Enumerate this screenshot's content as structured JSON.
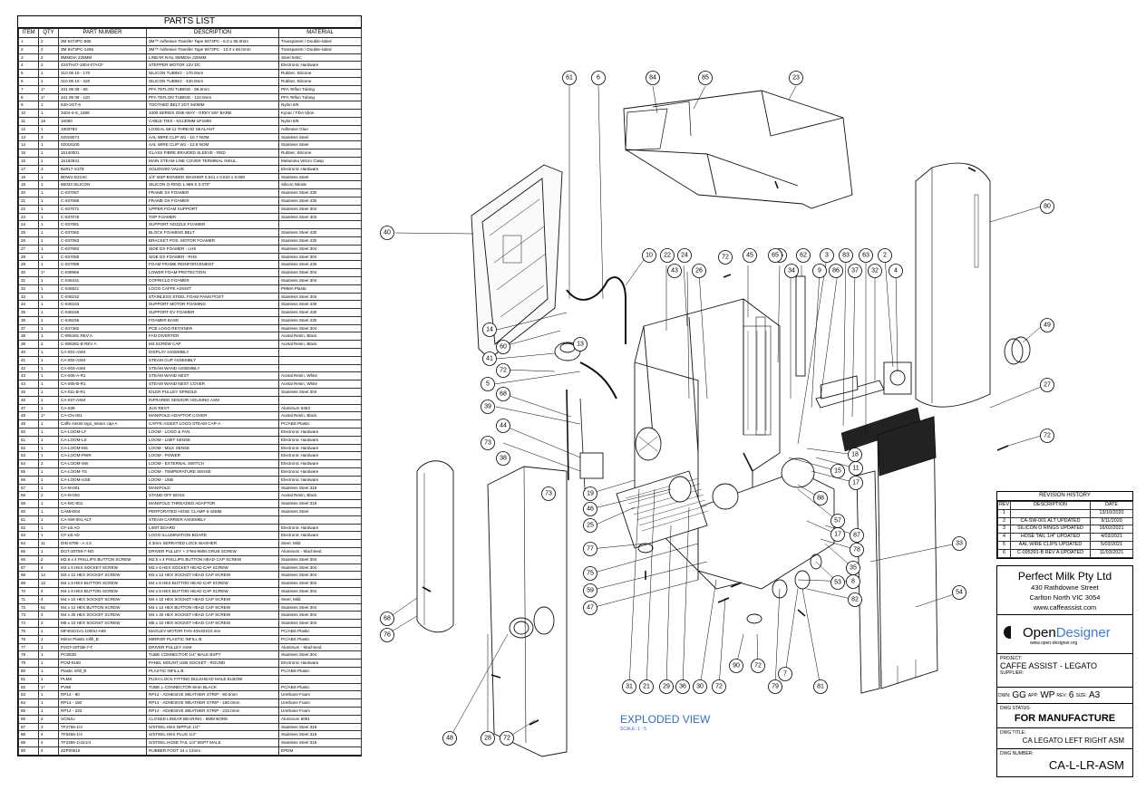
{
  "parts_list": {
    "title": "PARTS LIST",
    "headers": [
      "ITEM",
      "QTY",
      "PART NUMBER",
      "DESCRIPTION",
      "MATERIAL"
    ],
    "rows": [
      [
        "1",
        "2",
        "3M 9473PC-665",
        "3M™ Adhesive Transfer Tape 9473PC - 6.0 x 65.0mm",
        "Transparent / Double-sided"
      ],
      [
        "2",
        "2",
        "3M 9473PC-1265",
        "3M™ Adhesive Transfer Tape 9473PC - 12.0 x 65.0mm",
        "Transparent / Double-sided"
      ],
      [
        "3",
        "2",
        "8MMDIA 225MM",
        "LINEAR RAIL 8MMDIA 225MM",
        "Steel 545C"
      ],
      [
        "4",
        "2",
        "42STH47-1804-07ACF",
        "STEPPER MOTOR 12V DC",
        "Electronic Hardware"
      ],
      [
        "5",
        "1",
        "310 06 10 - 170",
        "SILICON TUBING - 170.0mm",
        "Rubber, Silicone"
      ],
      [
        "6",
        "1",
        "310 06 10 - 420",
        "SILICON TUBING - 420.0mm",
        "Rubber, Silicone"
      ],
      [
        "7",
        "1*",
        "341 06 08 - 56",
        "PFA TEFLON TUBING - 56.0mm",
        "PFA Teflon Tubing"
      ],
      [
        "8",
        "1*",
        "341 06 08 - 110",
        "PFA TEFLON TUBING - 110.0mm",
        "PFA Teflon Tubing"
      ],
      [
        "9",
        "1",
        "540-2GT-6",
        "TOOTHED BELT 2GT 540MM",
        "Nylon 6/6"
      ],
      [
        "10",
        "1",
        "3404-4-S_1688",
        "3400 SERIES ONE-WAY - GREY 5/6\" BARB",
        "Kynar / FDA Viton"
      ],
      [
        "11",
        "19",
        "15050",
        "CABLE TIES - 6X130MM SF1MM",
        "Nylon 6/6"
      ],
      [
        "12",
        "1",
        "1903783",
        "LOXEAL 58-11 THREAD SEALANT",
        "Adhesive Glue"
      ],
      [
        "13",
        "3",
        "02016071",
        "AAL WIRE CLIP W1 - 10.7 NOM.",
        "Stainless Steel"
      ],
      [
        "14",
        "1",
        "02016100",
        "AAL WIRE CLIP W1 - 12.8 NOM",
        "Stainless Steel"
      ],
      [
        "15",
        "1",
        "15140001",
        "GLASS FIBRE BRAIDED SLEEVE - RED",
        "Rubber, Silicone"
      ],
      [
        "16",
        "1",
        "15182941",
        "MAIN STEAM LINE COVER TERMINAL INSUL.",
        "Melamina Velcro Clasp"
      ],
      [
        "17",
        "3",
        "B2017-S178",
        "SOLENOID VALVE",
        "Electronic Hardware"
      ],
      [
        "18",
        "1",
        "BDW1-D21SC",
        "1/4\" BSP BONDED WASHER 0.541 x 0.810 x 0.080",
        "Stainless Steel"
      ],
      [
        "19",
        "1",
        "85033 SILICON",
        "SILICON O-RING 1.989 X 0.070\"",
        "Silicon Nitride"
      ],
      [
        "20",
        "1",
        "C-037067",
        "FRAME SX FOAMER",
        "Stainless Steel 430"
      ],
      [
        "21",
        "1",
        "C-037068",
        "FRAME DX FOAMER",
        "Stainless Steel 430"
      ],
      [
        "22",
        "1",
        "C-037071",
        "UPPER FOAM SUPPORT",
        "Stainless Steel 304"
      ],
      [
        "23",
        "1",
        "C-037075",
        "TOP FOAMER",
        "Stainless Steel 304"
      ],
      [
        "24",
        "1",
        "C-037081",
        "SUPPORT NOZZLE FOAMER",
        ""
      ],
      [
        "25",
        "1",
        "C-037082",
        "BLOCK FOAMING BELT",
        "Stainless Steel 430"
      ],
      [
        "26",
        "1",
        "C-037083",
        "BRACKET POS. MOTOR FOAMER",
        "Stainless Steel 430"
      ],
      [
        "27",
        "1",
        "C-037084",
        "SIDE DX FOAMER - LHS",
        "Stainless Steel 304"
      ],
      [
        "28",
        "1",
        "C-037085",
        "SIDE DX FOAMER - RHS",
        "Stainless Steel 304"
      ],
      [
        "29",
        "1",
        "C-037088",
        "FOAM FRAME REINFORCEMENT",
        "Stainless Steel 430"
      ],
      [
        "30",
        "1*",
        "C-038966",
        "LOWER FOAM PROTECTION",
        "Stainless Steel 304"
      ],
      [
        "31",
        "1",
        "C-045431",
        "COPRICLD FOAMER",
        "Stainless Steel 304"
      ],
      [
        "32",
        "1",
        "C-045521",
        "LOGO CAFFE ASSIST",
        "PMMA Plastic"
      ],
      [
        "33",
        "1",
        "C-046152",
        "STAINLESS STEEL FOAM PANN POST",
        "Stainless Steel 304"
      ],
      [
        "34",
        "1",
        "C-046153",
        "SUPPORT MOTOR FOAMING",
        "Stainless Steel 430"
      ],
      [
        "35",
        "1",
        "C-046155",
        "SUPPORT EV FOAMER",
        "Stainless Steel 430"
      ],
      [
        "36",
        "1",
        "C-046156",
        "FOAMER BASE",
        "Stainless Steel 430"
      ],
      [
        "37",
        "1",
        "C-047382",
        "PCB LOGO RETAINER",
        "Stainless Steel 304"
      ],
      [
        "38",
        "1",
        "C-095391 REV A",
        "FAN DIVERTER",
        "Acetal Resin, Black"
      ],
      [
        "39",
        "2",
        "C-095391-B REV A",
        "M3 SCREW CAP",
        "Acetal Resin, Black"
      ],
      [
        "40",
        "1",
        "CA-001-ASM",
        "DISPLAY ASSEMBLY",
        ""
      ],
      [
        "41",
        "1",
        "CA-002-ASM",
        "STEAM CUP ASSEMBLY",
        ""
      ],
      [
        "42",
        "1",
        "CA-003-ASM",
        "STEAM WAND ASSEMBLY",
        ""
      ],
      [
        "43",
        "1",
        "CA-005-A-R1",
        "STEAM WAND NEST",
        "Acetal Resin, White"
      ],
      [
        "44",
        "1",
        "CA-005-B-R1",
        "STEAM WAND NEST COVER",
        "Acetal Resin, White"
      ],
      [
        "45",
        "1",
        "CA-011-B-R1",
        "IDLER PULLEY SPINDLE",
        "Stainless Steel 304"
      ],
      [
        "46",
        "1",
        "CA-027-ASM",
        "INFRARED SENSOR HOUSING ASM",
        ""
      ],
      [
        "47",
        "1",
        "CA-028",
        "JUG REST",
        "Aluminum 6463"
      ],
      [
        "48",
        "1*",
        "CA-CN-001",
        "MANIFOLD ADAPTOR COVER",
        "Acetal Resin, Black"
      ],
      [
        "49",
        "1",
        "Caffe Assist logo_steam cap-A",
        "CAFFE ASSIST LOGO STEAM CAP-A",
        "PC/ABS Plastic"
      ],
      [
        "50",
        "1",
        "CA-LOOM-LF",
        "LOOM - LOGO & FAN",
        "Electronic Hardware"
      ],
      [
        "51",
        "1",
        "CA-LOOM-LS",
        "LOOM - LIMIT SENSE",
        "Electronic Hardware"
      ],
      [
        "52",
        "1",
        "CA-LOOM-MS",
        "LOOM - MILK SENSE",
        "Electronic Hardware"
      ],
      [
        "53",
        "1",
        "CA-LOOM-PWR",
        "LOOM - POWER",
        "Electronic Hardware"
      ],
      [
        "54",
        "2",
        "CA-LOOM-SW",
        "LOOM - EXTERNAL SWITCH",
        "Electronic Hardware"
      ],
      [
        "55",
        "1",
        "CA-LOOM-TS",
        "LOOM - TEMPERATURE SENSE",
        "Electronic Hardware"
      ],
      [
        "56",
        "1",
        "CA-LOOM-USB",
        "LOOM - USB",
        "Electronic Hardware"
      ],
      [
        "57",
        "1",
        "CA-M-001",
        "MANIFOLD",
        "Stainless Steel 316"
      ],
      [
        "58",
        "2",
        "CA-M-002",
        "STAND OFF BOSS",
        "Acetal Resin, Black"
      ],
      [
        "59",
        "1",
        "CA-MC-001",
        "MANIFOLD THREADED ADAPTOR",
        "Stainless Steel 316"
      ],
      [
        "60",
        "1",
        "CAMH004",
        "PERFORATED HOSE CLAMP 6-16MM",
        "Stainless Steel"
      ],
      [
        "61",
        "1",
        "CA-SW-001 ALT",
        "STEAM CARRIER ASSEMBLY",
        ""
      ],
      [
        "62",
        "1",
        "CF-LB AO",
        "LIMIT BOARD",
        "Electronic Hardware"
      ],
      [
        "63",
        "1",
        "CF-LB AD",
        "LOGO ILLUMINATION BOARD",
        "Electronic Hardware"
      ],
      [
        "64",
        "11",
        "DIN 6798 - A 4.3",
        "4.3mm SERRATED LOCK WASHER",
        "Steel, Mild"
      ],
      [
        "65",
        "1",
        "DGT-20T58-7-NO",
        "DRIVER PULLEY + 2*M4-5MM GRUB SCREW",
        "Aluminum - Machined"
      ],
      [
        "66",
        "2",
        "M2.5 x 4 PHILLIPS BUTTON SCREW",
        "M2.5 x 4 PHILLIPS BUTTON HEAD CAP SCREW",
        "Stainless Steel 304"
      ],
      [
        "67",
        "4",
        "M3 x 6 HEX SOCKET SCREW",
        "M3 x 6 HEX SOCKET HEAD CAP SCREW",
        "Stainless Steel 304"
      ],
      [
        "68",
        "14",
        "M3 x 12 HEX SOCKET SCREW",
        "M3 x 12 HEX SOCKET HEAD CAP SCREW",
        "Stainless Steel 304"
      ],
      [
        "69",
        "12",
        "M4 x 6 HEX BUTTON SCREW",
        "M4 x 6 HEX BUTTON HEAD CAP SCREW",
        "Stainless Steel 304"
      ],
      [
        "70",
        "4",
        "M4 x 8 HEX BUTTON SCREW",
        "M4 x 8 HEX BUTTON HEAD CAP SCREW",
        "Stainless Steel 304"
      ],
      [
        "71",
        "4",
        "M4 x 10 HEX SOCKET SCREW",
        "M4 x 10 HEX SOCKET HEAD CAP SCREW",
        "Steel, Mild"
      ],
      [
        "72",
        "61",
        "M4 x 12 HEX BUTTON SCREW",
        "M4 x 12 HEX BUTTON HEAD CAP SCREW",
        "Stainless Steel 304"
      ],
      [
        "73",
        "4",
        "M4 x 30 HEX SOCKET SCREW",
        "M4 x 30 HEX SOCKET HEAD CAP SCREW",
        "Stainless Steel 304"
      ],
      [
        "74",
        "2",
        "M5 x 10 HEX SOCKET SCREW",
        "M5 x 10 HEX SOCKET HEAD CAP SCREW",
        "Stainless Steel 304"
      ],
      [
        "75",
        "1",
        "MF40101V1-1000U-A99",
        "MAGLEV MOTOR FAN 40X40X10 mm",
        "PC/ABS Plastic"
      ],
      [
        "76",
        "1",
        "Mirror Plastic Infill_B",
        "MIRROR PLASTIC INFILL B",
        "PC/ABS Plastic"
      ],
      [
        "77",
        "1",
        "P2GT-20T5B-7-T",
        "DRIVER PULLEY ASM",
        "Aluminum - Machined"
      ],
      [
        "78",
        "1",
        "PC802D",
        "TUBE CONNECTOR 1/4\" MALE BSPT",
        "Stainless Steel 304"
      ],
      [
        "79",
        "1",
        "PCM-0160",
        "PANEL MOUNT USB SOCKET - ROUND",
        "Electronic Hardware"
      ],
      [
        "80",
        "1",
        "Plastic infill_B",
        "PLASTIC INFILL B",
        "PC/ABS Plastic"
      ],
      [
        "81",
        "1",
        "PLM8",
        "PUSH LOCK FITTING BULKHEAD MALE ELBOW",
        ""
      ],
      [
        "82",
        "1*",
        "PV80",
        "TUBE L-CONNECTOR 8mm BLACK",
        "PC/ABS Plastic"
      ],
      [
        "83",
        "1",
        "RP14 - 90",
        "RP14 - ADHESIVE WEATHER STRIP - 90.0mm",
        "Urethane Foam"
      ],
      [
        "84",
        "1",
        "RP14 - 180",
        "RP14 - ADHESIVE WEATHER STRIP - 180.0mm",
        "Urethane Foam"
      ],
      [
        "85",
        "1",
        "RP14 - 233",
        "RP14 - ADHESIVE WEATHER STRIP - 233.0mm",
        "Urethane Foam"
      ],
      [
        "86",
        "3",
        "SC8UU",
        "CLOSED LINEAR BEARING - 8MM BORE",
        "Aluminum 6061"
      ],
      [
        "87",
        "3",
        "TF2755-1/4",
        "S/STEEL HEX NIPPLE 1/4\"",
        "Stainless Steel 316"
      ],
      [
        "88",
        "4",
        "TF6455-1/4",
        "S/STEEL HEX PLUG 1/4\"",
        "Stainless Steel 316"
      ],
      [
        "89",
        "4",
        "TF2355-1/4X1/4",
        "S/STEEL HOSE TAIL 1/4\" BSPT MALE",
        "Stainless Steel 316"
      ],
      [
        "90",
        "4",
        "ZZP00515",
        "RUBBER FOOT 24 x 12mm",
        "EPDM"
      ]
    ]
  },
  "view": {
    "title": "EXPLODED VIEW",
    "scale": "SCALE: 1 : 5"
  },
  "revision": {
    "title": "REVISION HISTORY",
    "headers": [
      "REV",
      "DESCRIPTION",
      "DATE"
    ],
    "rows": [
      [
        "1",
        "",
        "13/10/2020"
      ],
      [
        "2",
        "CA-SW-001 ALT UPDATED",
        "9/11/2020"
      ],
      [
        "3",
        "SILICON O RINGS UPDATED",
        "16/02/2021"
      ],
      [
        "4",
        "HOSE TAIL 1/4\" UPDATED",
        "4/03/2021"
      ],
      [
        "5",
        "AAL WIRE CLIPS UPDATED",
        "5/03/2021"
      ],
      [
        "6",
        "C-095391-B REV A UPDATED",
        "11/03/2021"
      ]
    ]
  },
  "title_block": {
    "company": "Perfect Milk Pty Ltd",
    "address1": "430 Rathdowne Street",
    "address2": "Carlton North VIC 3054",
    "website": "www.caffeassist.com",
    "brand_prefix": "Open",
    "brand_suffix": "Designer",
    "brand_url": "www.open-designer.org",
    "project_label": "PROJECT:",
    "project": "CAFFE ASSIST - LEGATO",
    "supplier_label": "SUPPLIER:",
    "supplier": "",
    "dwn_label": "DWN:",
    "dwn": "GG",
    "app_label": "APP:",
    "app": "WP",
    "rev_label": "REV:",
    "rev": "6",
    "size_label": "SIZE:",
    "size": "A3",
    "status_label": "DWG STATUS:",
    "status": "FOR MANUFACTURE",
    "title_label": "DWG TITLE:",
    "title": "CA LEGATO LEFT RIGHT ASM",
    "number_label": "DWG NUMBER:",
    "number": "CA-L-LR-ASM"
  },
  "callouts": [
    "61",
    "6",
    "84",
    "85",
    "23",
    "80",
    "40",
    "10",
    "22",
    "24",
    "43",
    "26",
    "72",
    "45",
    "25",
    "62",
    "34",
    "9",
    "3",
    "86",
    "83",
    "37",
    "63",
    "32",
    "2",
    "4",
    "49",
    "14",
    "60",
    "13",
    "41",
    "72",
    "5",
    "68",
    "39",
    "44",
    "73",
    "38",
    "19",
    "46",
    "25",
    "73",
    "77",
    "75",
    "59",
    "47",
    "33",
    "27",
    "72",
    "54",
    "48",
    "28",
    "72",
    "68",
    "76",
    "31",
    "21",
    "29",
    "36",
    "30",
    "72",
    "90",
    "72",
    "79",
    "81",
    "7",
    "35",
    "53",
    "8",
    "82",
    "57",
    "87",
    "78",
    "17",
    "88",
    "17",
    "11",
    "18",
    "15",
    "65"
  ]
}
